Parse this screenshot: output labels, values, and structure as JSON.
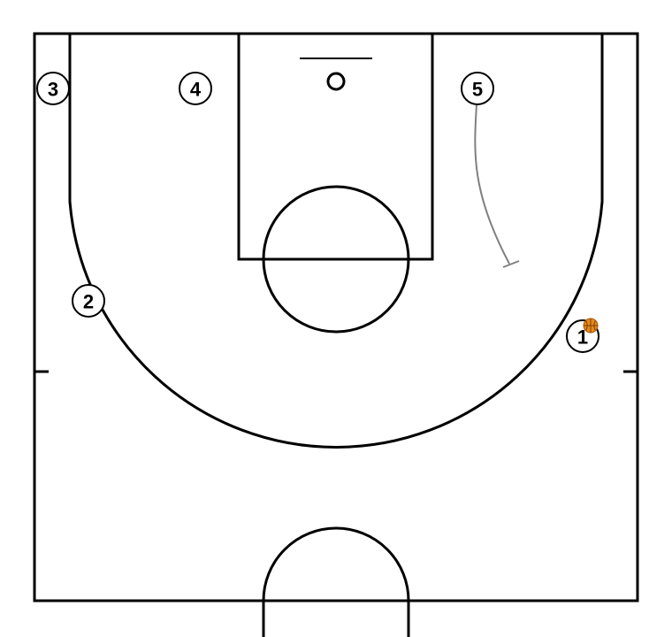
{
  "diagram": {
    "players": [
      {
        "label": "3",
        "has_ball": false
      },
      {
        "label": "4",
        "has_ball": false
      },
      {
        "label": "5",
        "has_ball": false
      },
      {
        "label": "2",
        "has_ball": false
      },
      {
        "label": "1",
        "has_ball": true
      }
    ],
    "actions": [
      {
        "type": "screen",
        "player": "5"
      }
    ],
    "colors": {
      "court_lines": "#000000",
      "screen_path": "#808080",
      "ball": "#e8891c"
    }
  }
}
